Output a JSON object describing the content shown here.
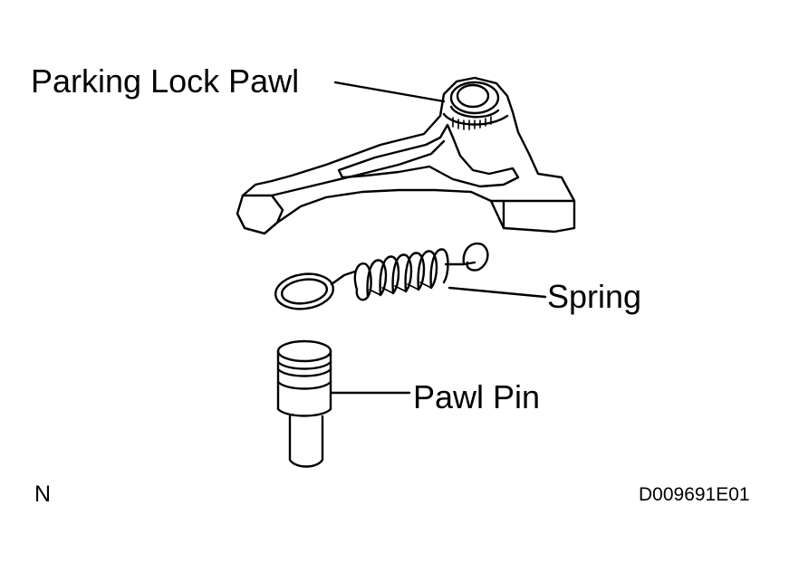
{
  "labels": {
    "parking_lock_pawl": "Parking Lock Pawl",
    "spring": "Spring",
    "pawl_pin": "Pawl Pin",
    "orientation": "N",
    "figure_code": "D009691E01"
  },
  "parts": [
    "parking-lock-pawl",
    "spring",
    "pawl-pin"
  ],
  "colors": {
    "line": "#000000",
    "background": "#ffffff"
  }
}
